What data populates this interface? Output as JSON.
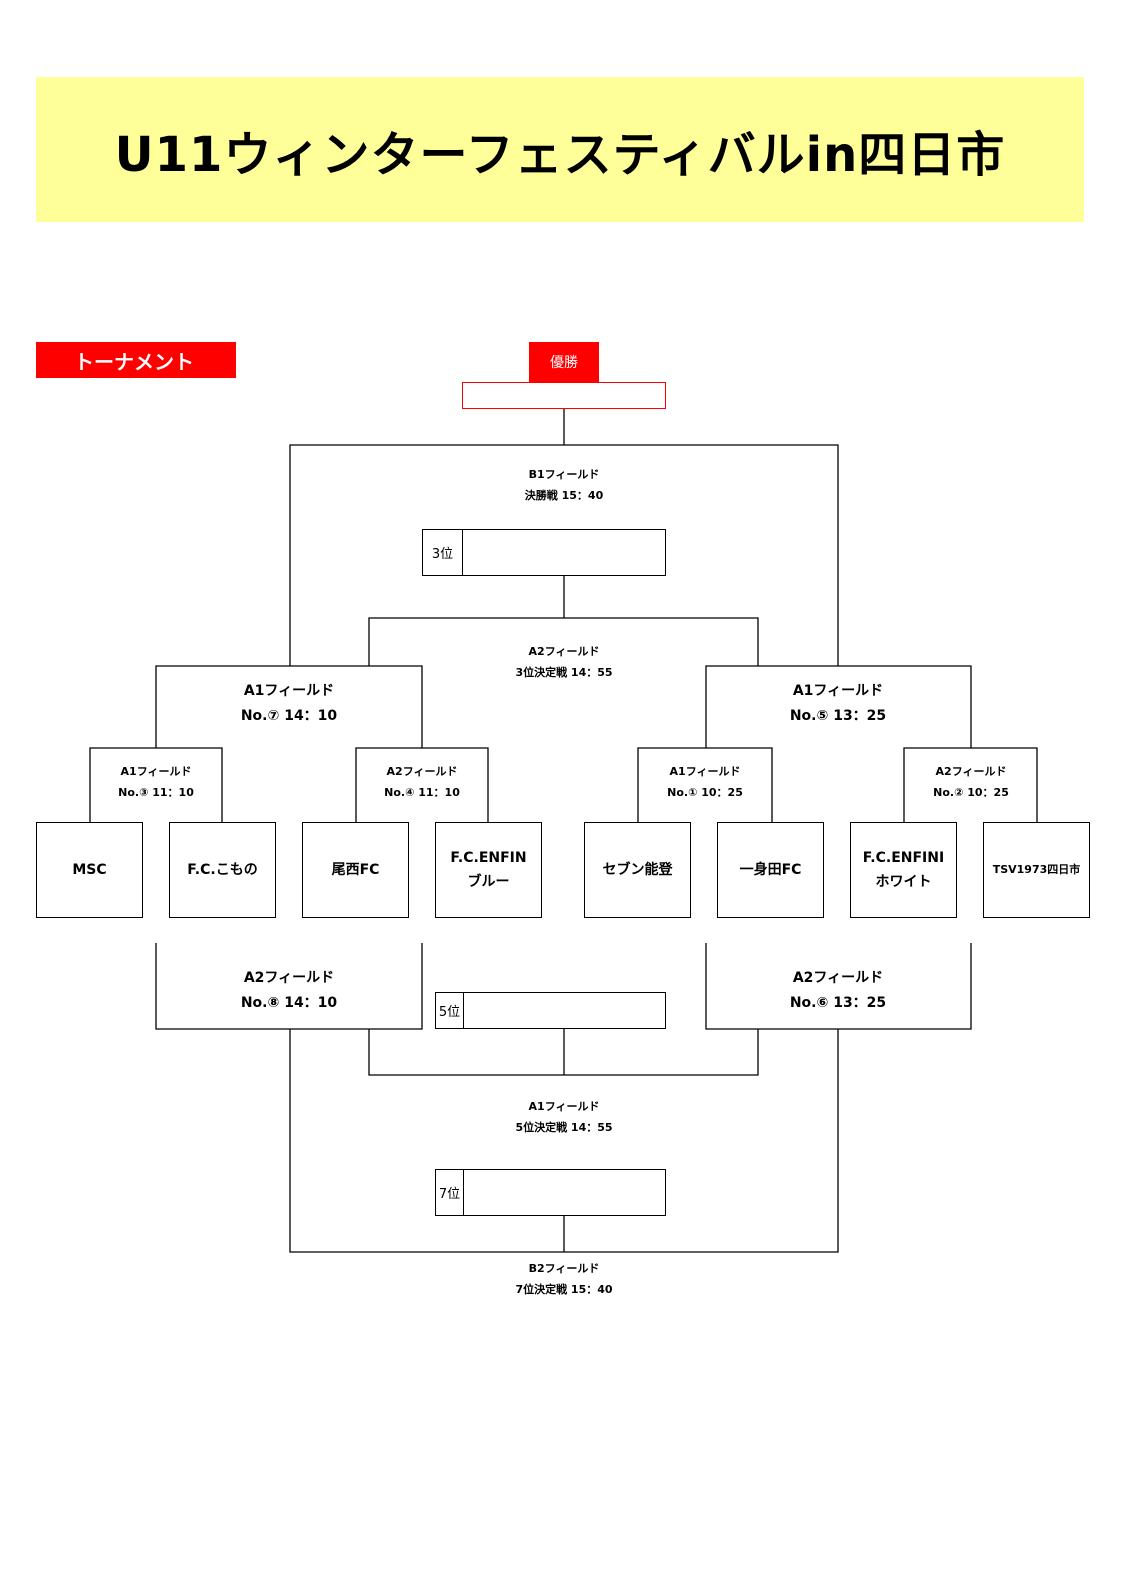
{
  "title": "U11ウィンターフェスティバルin四日市",
  "section_label": "トーナメント",
  "champion_label": "優勝",
  "teams": [
    "MSC",
    "F.C.こもの",
    "尾西FC",
    "F.C.ENFIN\nブルー",
    "セブン能登",
    "一身田FC",
    "F.C.ENFINI\nホワイト",
    "TSV1973四日市"
  ],
  "places": {
    "third": "3位",
    "fifth": "5位",
    "seventh": "7位"
  },
  "matches": {
    "final": {
      "field": "B1フィールド",
      "info": "決勝戦 15：40"
    },
    "third_place": {
      "field": "A2フィールド",
      "info": "3位決定戦 14：55"
    },
    "semi_left": {
      "field": "A1フィールド",
      "info": "No.⑦ 14：10"
    },
    "semi_right": {
      "field": "A1フィールド",
      "info": "No.⑤ 13：25"
    },
    "qf3": {
      "field": "A1フィールド",
      "info": "No.③ 11：10"
    },
    "qf4": {
      "field": "A2フィールド",
      "info": "No.④ 11：10"
    },
    "qf1": {
      "field": "A1フィールド",
      "info": "No.① 10：25"
    },
    "qf2": {
      "field": "A2フィールド",
      "info": "No.② 10：25"
    },
    "cons_left": {
      "field": "A2フィールド",
      "info": "No.⑧ 14：10"
    },
    "cons_right": {
      "field": "A2フィールド",
      "info": "No.⑥ 13：25"
    },
    "fifth_place": {
      "field": "A1フィールド",
      "info": "5位決定戦 14：55"
    },
    "seventh_place": {
      "field": "B2フィールド",
      "info": "7位決定戦 15：40"
    }
  },
  "colors": {
    "banner": "#ffff99",
    "accent": "#ff0000"
  }
}
